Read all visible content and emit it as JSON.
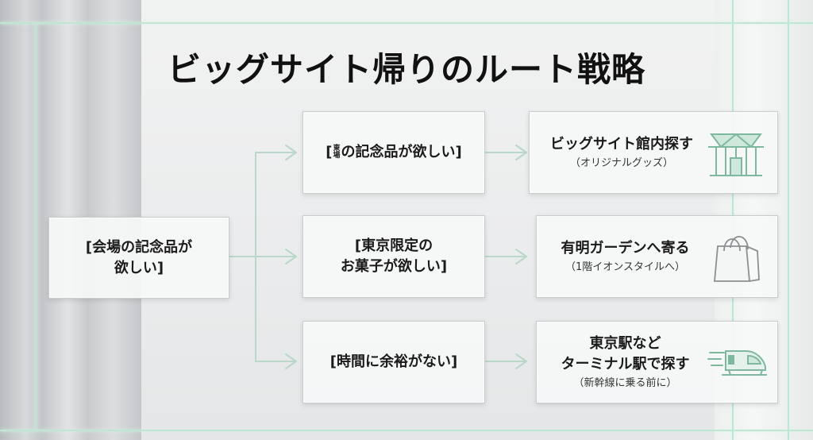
{
  "title": "ビッグサイト帰りのルート戦略",
  "start": {
    "line1": "[会場の記念品が",
    "line2": "欲しい]"
  },
  "branches": [
    {
      "condition_prefix": "[",
      "condition_small_top": "東",
      "condition_small_bottom": "場",
      "condition_main": "の記念品が欲しい]",
      "action": "ビッグサイト館内探す",
      "note": "（オリジナルグッズ）",
      "icon": "big-sight-building-icon"
    },
    {
      "condition_line1": "[東京限定の",
      "condition_line2": "お菓子が欲しい]",
      "action": "有明ガーデンへ寄る",
      "note": "（1階イオンスタイルへ）",
      "icon": "shopping-bag-icon"
    },
    {
      "condition": "[時間に余裕がない]",
      "action_line1": "東京駅など",
      "action_line2": "ターミナル駅で探す",
      "note": "（新幹線に乗る前に）",
      "icon": "bullet-train-icon"
    }
  ],
  "colors": {
    "accent_line": "#bfe6d3",
    "arrow": "#b9d8c9",
    "text": "#1a1a1a"
  }
}
